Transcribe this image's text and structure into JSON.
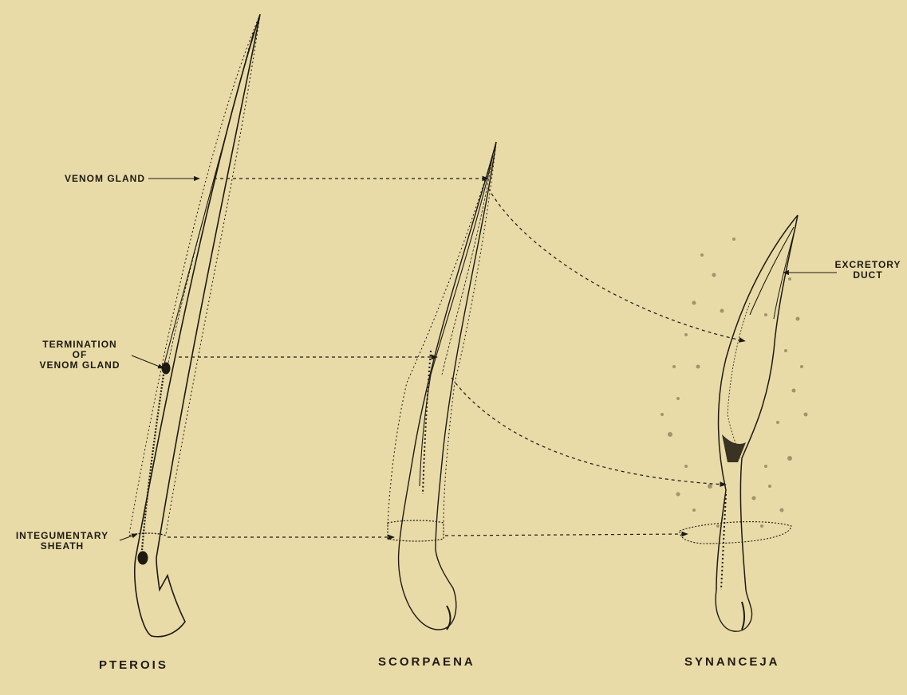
{
  "labels": {
    "venom_gland": "VENOM GLAND",
    "termination": [
      "TERMINATION",
      "OF",
      "VENOM GLAND"
    ],
    "integumentary": [
      "INTEGUMENTARY",
      "SHEATH"
    ],
    "excretory": [
      "EXCRETORY",
      "DUCT"
    ]
  },
  "species": {
    "pterois": "PTEROIS",
    "scorpaena": "SCORPAENA",
    "synanceja": "SYNANCEJA"
  },
  "colors": {
    "background": "#e8dba8",
    "ink": "#1e1a12"
  }
}
